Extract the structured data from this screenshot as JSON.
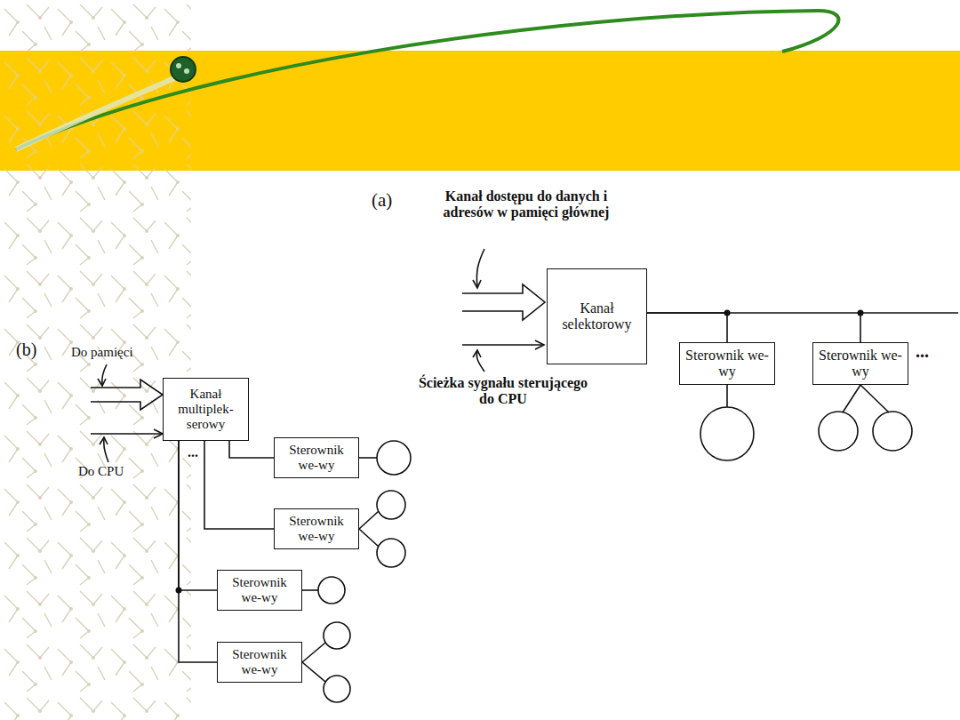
{
  "diagram": {
    "nodes": [
      {
        "text": [
          "Kanał selektorowy"
        ]
      },
      {
        "text": [
          "Sterownik we-wy"
        ]
      },
      {
        "text": [
          "Sterownik we-wy"
        ]
      },
      {
        "text": [
          "Kanał multiplek- serowy"
        ]
      },
      {
        "text": [
          "Sterownik we-wy"
        ]
      },
      {
        "text": [
          "Sterownik we-wy"
        ]
      },
      {
        "text": [
          "Sterownik we-wy"
        ]
      },
      {
        "text": [
          "Sterownik we-wy"
        ]
      }
    ],
    "edges": [
      {
        "from": 0,
        "to": 1,
        "arrow": "none"
      },
      {
        "from": 0,
        "to": 2,
        "arrow": "none"
      },
      {
        "from": 3,
        "to": 4,
        "arrow": "none"
      },
      {
        "from": 3,
        "to": 5,
        "arrow": "none"
      },
      {
        "from": 3,
        "to": 6,
        "arrow": "none"
      },
      {
        "from": 3,
        "to": 7,
        "arrow": "none"
      }
    ],
    "labels": [
      "(a)",
      "Kanał dostępu do danych i adresów w pamięci głównej",
      "Ścieżka sygnału sterującego do CPU",
      "...",
      "(b)",
      "Do pamięci",
      "Do CPU",
      "..."
    ]
  }
}
